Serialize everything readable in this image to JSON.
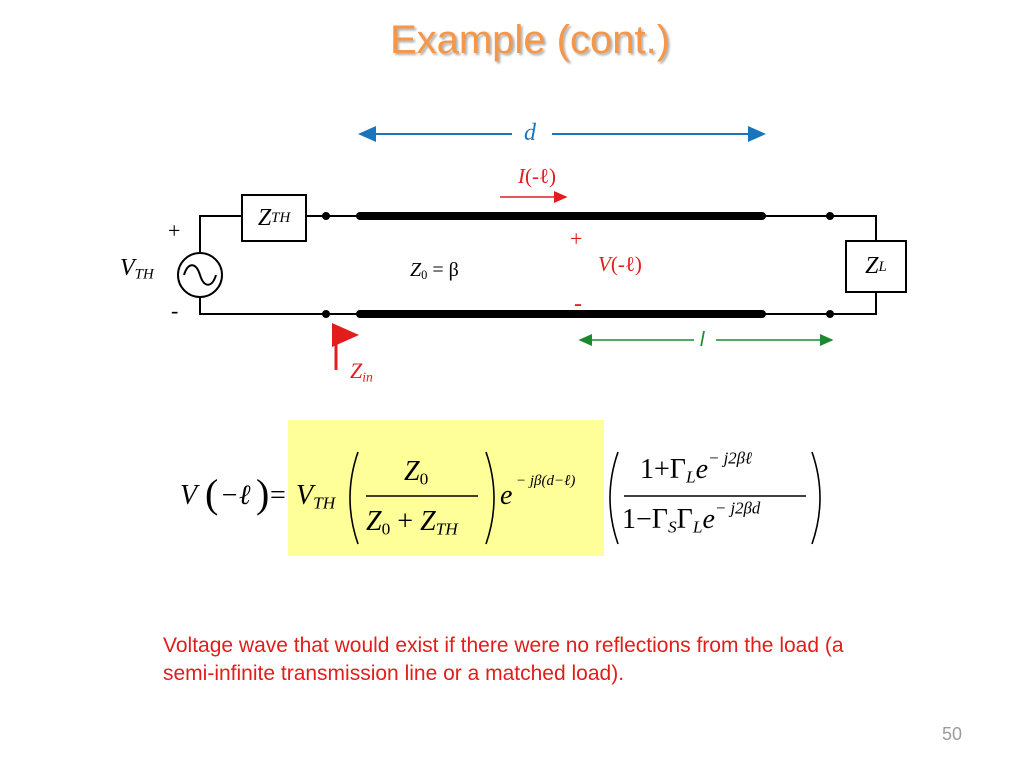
{
  "slide": {
    "title": "Example (cont.)",
    "page_number": "50"
  },
  "circuit": {
    "d_label": "d",
    "current_symbol": "I",
    "current_arg": "(-ℓ)",
    "zth_main": "Z",
    "zth_sub": "TH",
    "plus_source": "+",
    "minus_source": "-",
    "vth_main": "V",
    "vth_sub": "TH",
    "z0_main": "Z",
    "z0_sub": "0",
    "z0_rel": "= β",
    "plus_line": "+",
    "minus_line": "-",
    "v_symbol": "V",
    "v_arg": "(-ℓ)",
    "zl_main": "Z",
    "zl_sub": "L",
    "l_label": "l",
    "zin_main": "Z",
    "zin_sub": "in",
    "colors": {
      "blue_arrow": "#1b75bc",
      "red": "#e31c1c",
      "green_arrow": "#1a8a2e"
    },
    "icons": [
      "ac-source-icon",
      "arrow-icon"
    ]
  },
  "equation": {
    "lhs_v": "V",
    "lhs_arg": "−ℓ",
    "eq": "=",
    "vth": "V",
    "vth_sub": "TH",
    "num_z": "Z",
    "num_sub": "0",
    "den_z0": "Z",
    "den_z0_sub": "0",
    "den_plus": "+",
    "den_zth": "Z",
    "den_zth_sub": "TH",
    "exp_base": "e",
    "exp_power": "− jβ(d−ℓ)",
    "frac2_num_1": "1+Γ",
    "frac2_num_sub": "L",
    "frac2_num_e": "e",
    "frac2_num_exp": "− j2βℓ",
    "frac2_den_1": "1−Γ",
    "frac2_den_s": "S",
    "frac2_den_g": "Γ",
    "frac2_den_l": "L",
    "frac2_den_e": "e",
    "frac2_den_exp": "− j2βd",
    "highlight_color": "#ffff99"
  },
  "caption": {
    "text": "Voltage wave that would exist if there were no reflections from the load (a semi-infinite transmission line or a matched load)."
  }
}
